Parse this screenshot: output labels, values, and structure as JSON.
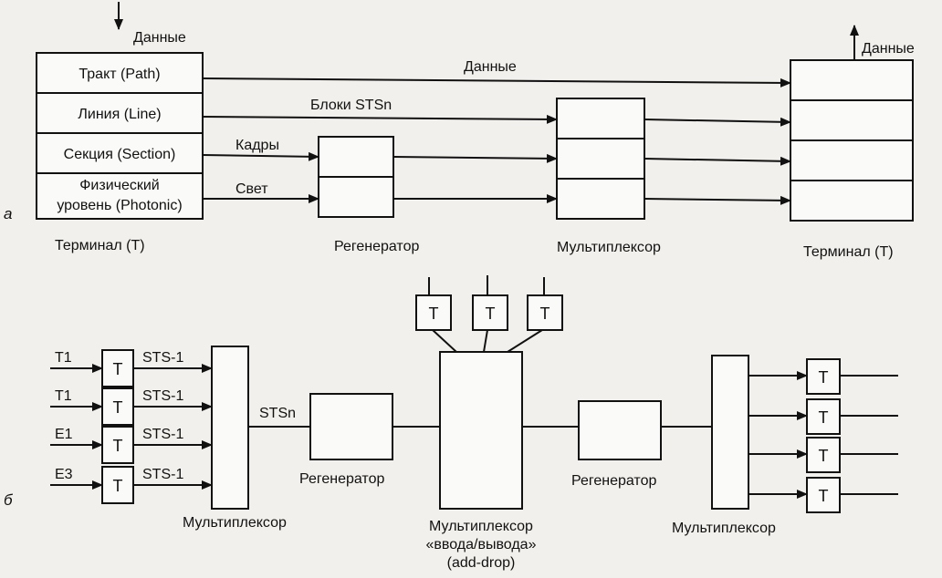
{
  "part_a": {
    "marker": "а",
    "input_label": "Данные",
    "output_label": "Данные",
    "layers": [
      "Тракт (Path)",
      "Линия (Line)",
      "Секция (Section)",
      "Физический",
      "уровень (Photonic)"
    ],
    "arrows": {
      "data": "Данные",
      "blocks": "Блоки STSn",
      "frames": "Кадры",
      "light": "Свет"
    },
    "nodes": {
      "terminal_left": "Терминал (Т)",
      "regenerator": "Регенератор",
      "multiplexer": "Мультиплексор",
      "terminal_right": "Терминал (Т)"
    }
  },
  "part_b": {
    "marker": "б",
    "inputs": [
      "T1",
      "T1",
      "E1",
      "E3"
    ],
    "sts_labels": [
      "STS-1",
      "STS-1",
      "STS-1",
      "STS-1"
    ],
    "terminal_symbol": "Т",
    "stsn": "STSn",
    "nodes": {
      "mux1": "Мультиплексор",
      "regen1": "Регенератор",
      "adm_line1": "Мультиплексор",
      "adm_line2": "«ввода/вывода»",
      "adm_line3": "(add-drop)",
      "regen2": "Регенератор",
      "mux2": "Мультиплексор"
    }
  }
}
